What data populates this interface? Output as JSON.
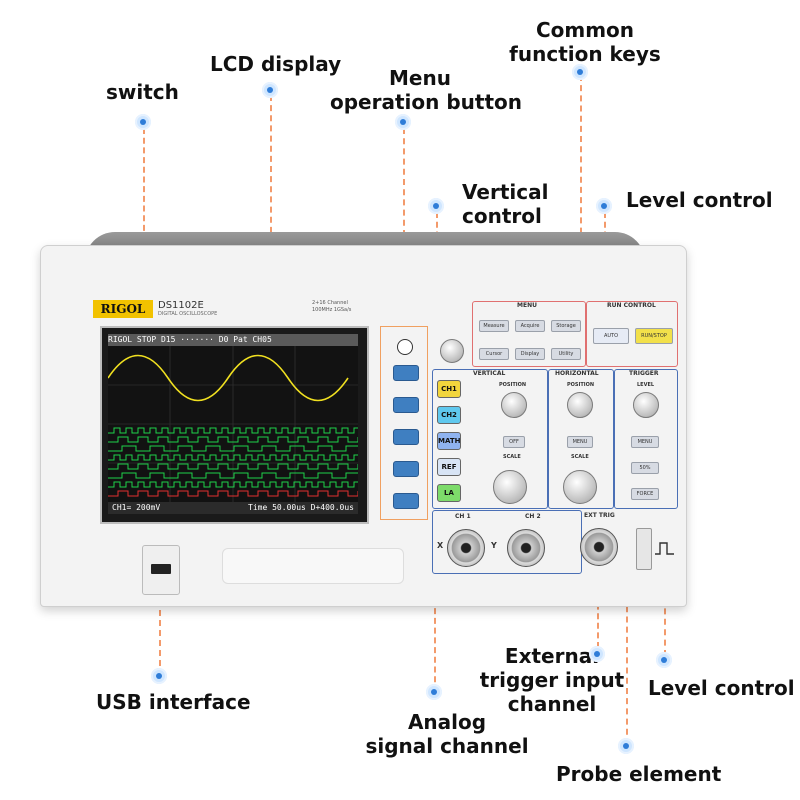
{
  "labels": {
    "switch": "switch",
    "lcd_display": "LCD display",
    "menu_line1": "Menu",
    "menu_line2": "operation button",
    "common_line1": "Common",
    "common_line2": "function keys",
    "vertical_line1": "Vertical",
    "vertical_line2": "control",
    "level_control_top": "Level control",
    "usb_interface": "USB interface",
    "analog_line1": "Analog",
    "analog_line2": "signal channel",
    "external_line1": "External",
    "external_line2": "trigger input",
    "external_line3": "channel",
    "level_control_bottom": "Level control",
    "probe_element": "Probe element"
  },
  "device": {
    "brand": "RIGOL",
    "model": "DS1102E",
    "model_sub": "DIGITAL OSCILLOSCOPE",
    "spec_line1": "2+16 Channel",
    "spec_line2": "100MHz 1GSa/s",
    "screen_top": "RIGOL  STOP   D15 ······· D0   Pat   CH05",
    "screen_bottom_left": "CH1= 200mV",
    "screen_bottom_right": "Time 50.00us D+400.0us",
    "panels": {
      "menu": "MENU",
      "run_control": "RUN CONTROL",
      "vertical": "VERTICAL",
      "horizontal": "HORIZONTAL",
      "trigger": "TRIGGER"
    },
    "keys": {
      "measure": "Measure",
      "acquire": "Acquire",
      "storage": "Storage",
      "cursor": "Cursor",
      "display": "Display",
      "utility": "Utility",
      "auto": "AUTO",
      "run_stop": "RUN/STOP",
      "ch1": "CH1",
      "ch2": "CH2",
      "math": "MATH",
      "ref": "REF",
      "la": "LA",
      "off": "OFF",
      "menu_h": "MENU",
      "menu_t": "MENU",
      "fifty": "50%",
      "force": "FORCE",
      "position": "POSITION",
      "scale": "SCALE",
      "level": "LEVEL"
    },
    "connectors": {
      "ch1": "CH 1",
      "ch2": "CH 2",
      "ext_trig": "EXT TRIG",
      "x": "X",
      "y": "Y"
    }
  },
  "colors": {
    "callout_dot": "#2f7dd8",
    "leader_line": "#f39a6b",
    "trace_yellow": "#f0e020",
    "trace_green": "#1fd24a",
    "trace_red": "#e23030",
    "brand_yellow": "#f2c200",
    "softkey_blue": "#3f7fc1"
  }
}
